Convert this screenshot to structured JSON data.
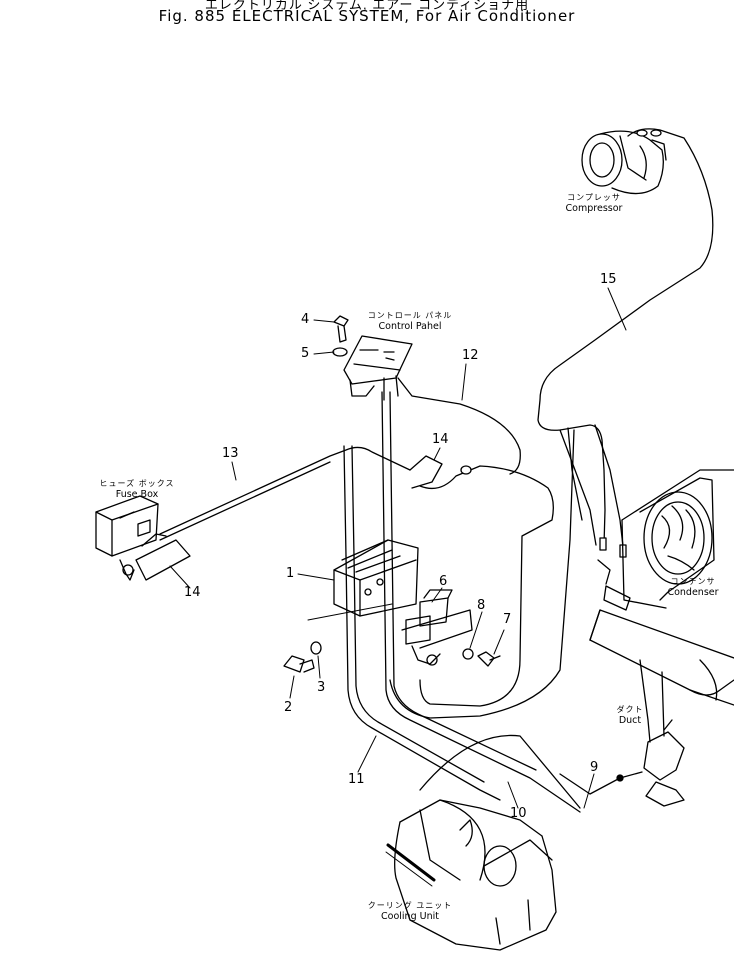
{
  "title_jp": "エレクトリカル システム, エアー コンディショナ用",
  "title_en": "Fig. 885  ELECTRICAL SYSTEM, For Air Conditioner",
  "components": {
    "compressor": {
      "jp": "コンプレッサ",
      "en": "Compressor"
    },
    "control_panel": {
      "jp": "コントロール パネル",
      "en": "Control Pahel"
    },
    "fuse_box": {
      "jp": "ヒューズ ボックス",
      "en": "Fuse Box"
    },
    "condenser": {
      "jp": "コンデンサ",
      "en": "Condenser"
    },
    "duct": {
      "jp": "ダクト",
      "en": "Duct"
    },
    "cooling_unit": {
      "jp": "クーリング ユニット",
      "en": "Cooling Unit"
    }
  },
  "callouts": [
    "1",
    "2",
    "3",
    "4",
    "5",
    "6",
    "7",
    "8",
    "9",
    "10",
    "11",
    "12",
    "13",
    "14",
    "14",
    "15"
  ]
}
